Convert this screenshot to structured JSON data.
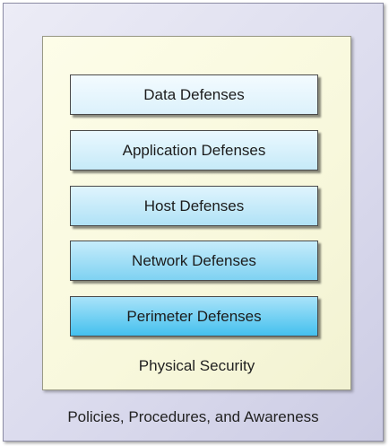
{
  "diagram": {
    "outer_label": "Policies, Procedures, and Awareness",
    "middle_label": "Physical Security",
    "layers": [
      "Data Defenses",
      "Application Defenses",
      "Host Defenses",
      "Network Defenses",
      "Perimeter Defenses"
    ]
  }
}
